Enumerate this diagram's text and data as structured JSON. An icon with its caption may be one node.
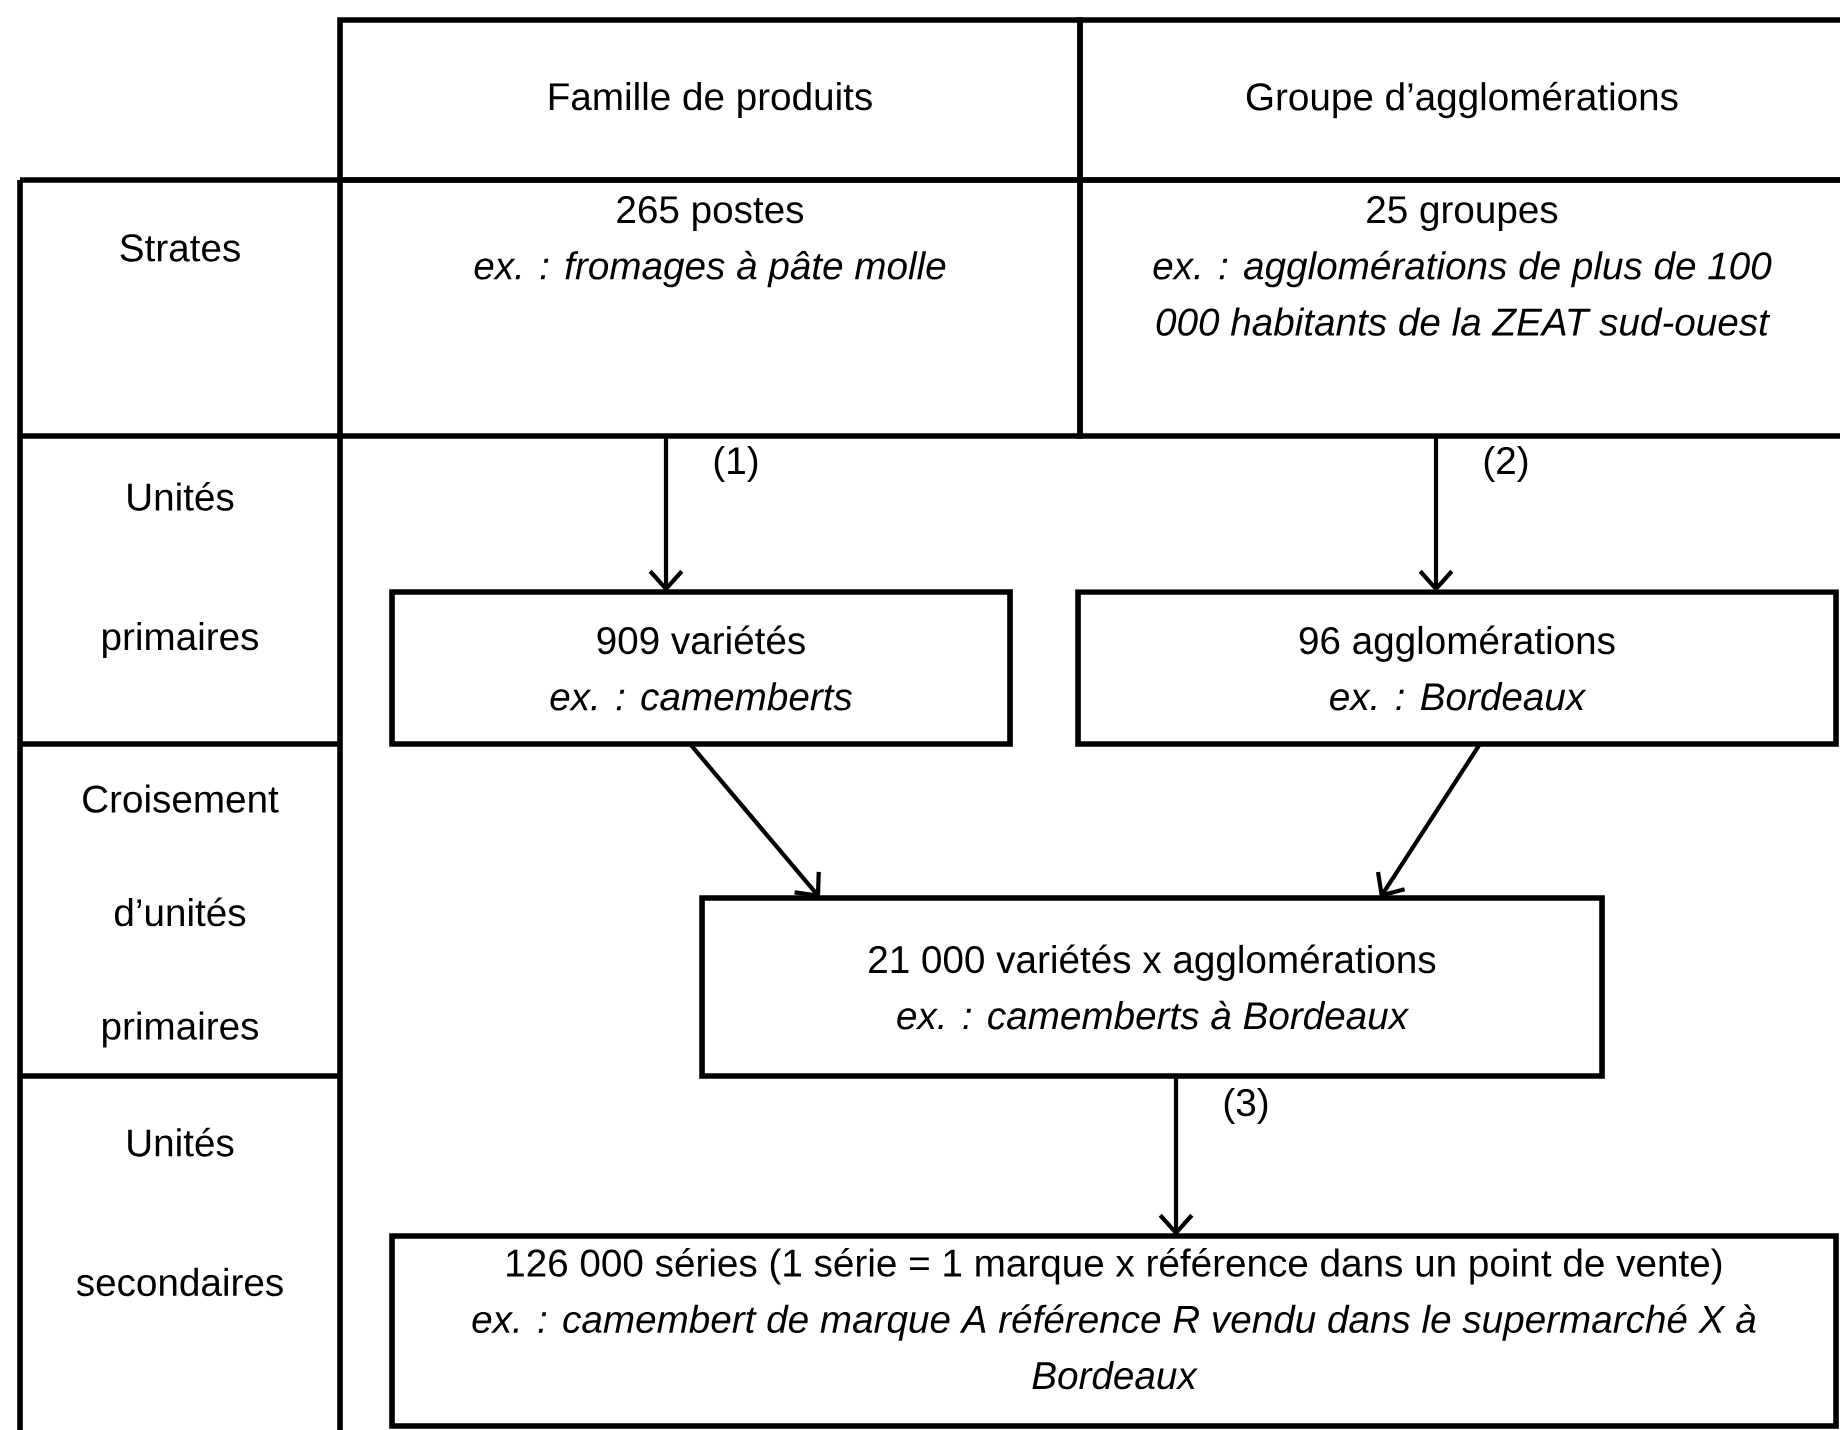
{
  "diagram": {
    "nodes": [
      {
        "text": [
          "Famille de produits"
        ]
      },
      {
        "text": [
          "Groupe d’agglomérations"
        ]
      },
      {
        "text": [
          "265 postes",
          "ex. : fromages à pâte molle"
        ]
      },
      {
        "text": [
          "25 groupes",
          "ex. : agglomérations de plus de 100 000 habitants de la ZEAT sud-ouest"
        ]
      },
      {
        "text": [
          "909 variétés",
          "ex. : camemberts"
        ]
      },
      {
        "text": [
          "96 agglomérations",
          "ex. : Bordeaux"
        ]
      },
      {
        "text": [
          "21 000 variétés x agglomérations",
          "ex. : camemberts à Bordeaux"
        ]
      },
      {
        "text": [
          "126 000 séries (1 série = 1 marque x référence dans un point de vente)",
          "ex. : camembert de marque A référence R vendu dans le supermarché X à Bordeaux"
        ]
      }
    ],
    "edges": [
      {
        "from": 2,
        "to": 4,
        "arrow": "to",
        "label": "(1)"
      },
      {
        "from": 3,
        "to": 5,
        "arrow": "to",
        "label": "(2)"
      },
      {
        "from": 4,
        "to": 6,
        "arrow": "to"
      },
      {
        "from": 5,
        "to": 6,
        "arrow": "to"
      },
      {
        "from": 6,
        "to": 7,
        "arrow": "to",
        "label": "(3)"
      }
    ],
    "labels": [
      "Strates",
      "Unités primaires",
      "Croisement d’unités primaires",
      "Unités secondaires"
    ]
  }
}
